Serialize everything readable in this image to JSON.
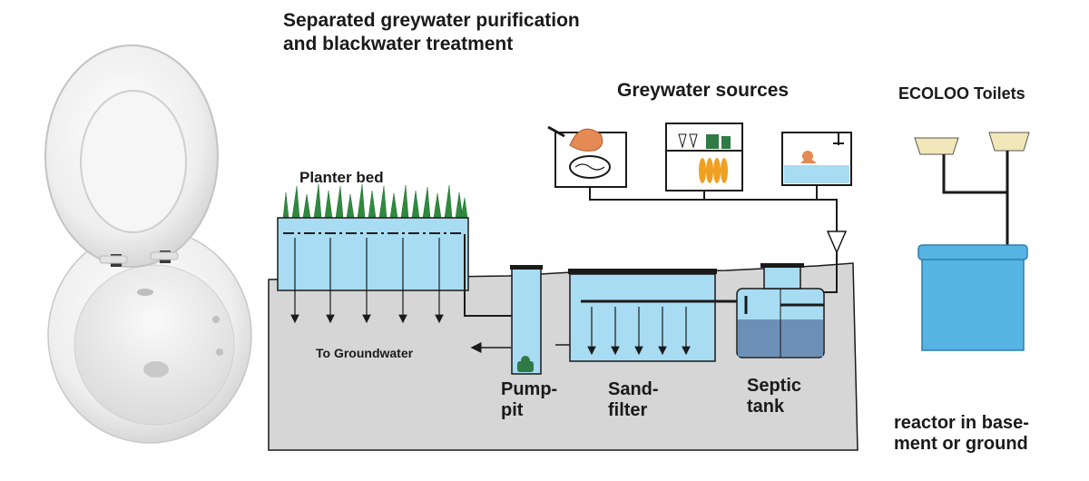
{
  "labels": {
    "title": "Separated greywater purification\nand blackwater treatment",
    "greywater_sources": "Greywater sources",
    "ecoloo_toilets": "ECOLOO Toilets",
    "planter_bed": "Planter bed",
    "to_groundwater": "To Groundwater",
    "pump_pit": "Pump-\npit",
    "sand_filter": "Sand-\nfilter",
    "septic_tank": "Septic\ntank",
    "reactor": "reactor in base-\nment or ground"
  },
  "colors": {
    "ground": "#d6d6d6",
    "water": "#a8dcf2",
    "water_dark": "#6c8fb8",
    "grass": "#2f8a3f",
    "outline": "#1a1a1a",
    "reactor_bin": "#56b4e3",
    "ceramic": "#f2f2f2"
  },
  "icons": {
    "toilet_seat": "toilet-seat-photo-icon",
    "sink": "sink-icon",
    "kitchen_shelf": "kitchen-shelf-icon",
    "bathtub": "bathtub-shower-icon",
    "toilet_bowl": "toilet-bowl-icon"
  }
}
